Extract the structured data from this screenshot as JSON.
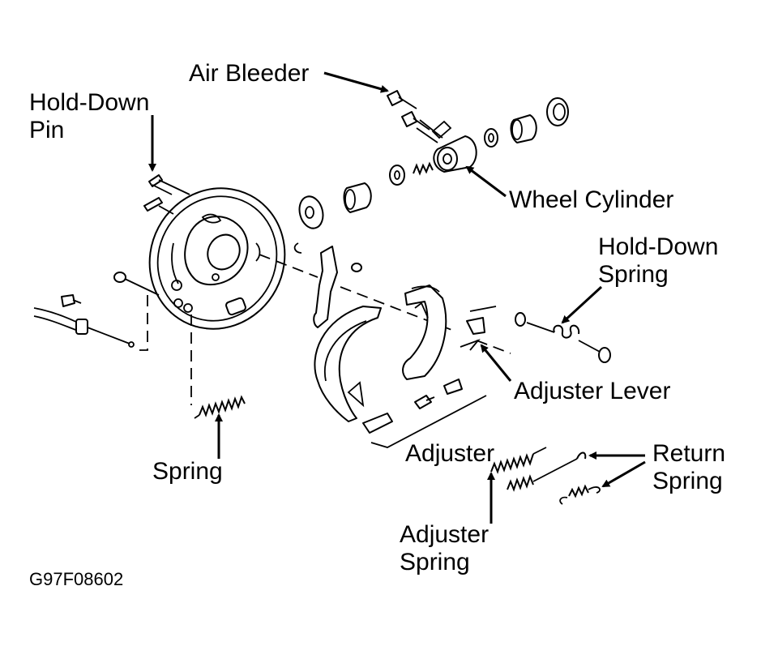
{
  "labels": {
    "air_bleeder": "Air Bleeder",
    "hold_down_pin_line1": "Hold-Down",
    "hold_down_pin_line2": "Pin",
    "wheel_cylinder": "Wheel Cylinder",
    "hold_down_spring_line1": "Hold-Down",
    "hold_down_spring_line2": "Spring",
    "adjuster_lever": "Adjuster Lever",
    "adjuster": "Adjuster",
    "return_spring_line1": "Return",
    "return_spring_line2": "Spring",
    "spring": "Spring",
    "adjuster_spring_line1": "Adjuster",
    "adjuster_spring_line2": "Spring"
  },
  "figure_code": "G97F08602"
}
